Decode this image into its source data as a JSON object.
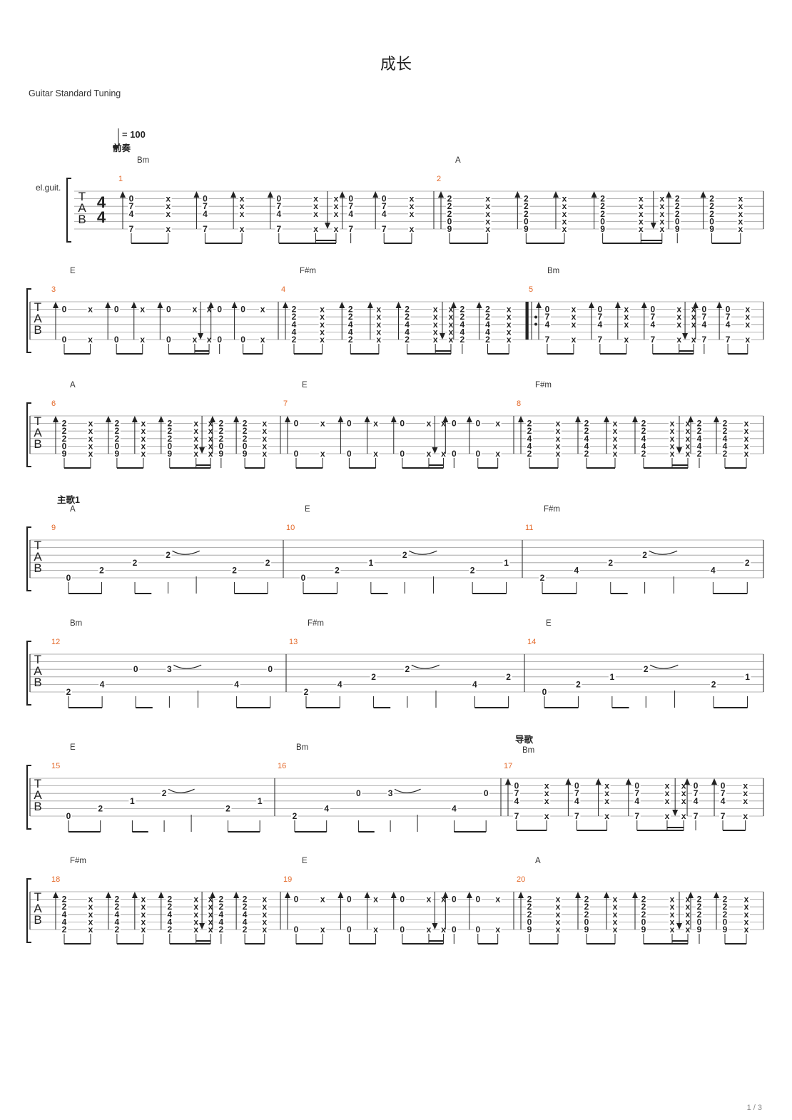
{
  "title": "成长",
  "tuning": "Guitar Standard Tuning",
  "page_number": "1 / 3",
  "tempo": "= 100",
  "instrument": "el.guit.",
  "time_signature": {
    "top": "4",
    "bottom": "4"
  },
  "tab_clef": [
    "T",
    "A",
    "B"
  ],
  "sections": [
    {
      "label": "前奏",
      "measure": 1
    },
    {
      "label": "主歌1",
      "measure": 9
    },
    {
      "label": "导歌",
      "measure": 17
    }
  ],
  "patterns": {
    "Bm": {
      "shapes": [
        {
          "tab": [
            [
              "0",
              1
            ],
            [
              "7",
              2
            ],
            [
              "4",
              3
            ],
            [
              "7",
              5
            ]
          ],
          "arrow": "up"
        },
        {
          "tab": [
            [
              "x",
              1
            ],
            [
              "x",
              2
            ],
            [
              "x",
              3
            ],
            [
              "x",
              5
            ]
          ],
          "arrow": "none"
        }
      ]
    },
    "A": {
      "shapes": [
        {
          "tab": [
            [
              "2",
              1
            ],
            [
              "2",
              2
            ],
            [
              "2",
              3
            ],
            [
              "0",
              4
            ],
            [
              "9",
              5
            ]
          ],
          "arrow": "up"
        },
        {
          "tab": [
            [
              "x",
              1
            ],
            [
              "x",
              2
            ],
            [
              "x",
              3
            ],
            [
              "x",
              4
            ],
            [
              "x",
              5
            ]
          ],
          "arrow": "none"
        }
      ]
    },
    "E": {
      "shapes": [
        {
          "tab": [
            [
              "0",
              1
            ],
            [
              "0",
              5
            ]
          ],
          "arrow": "up"
        },
        {
          "tab": [
            [
              "x",
              1
            ],
            [
              "x",
              5
            ]
          ],
          "arrow": "none"
        }
      ]
    },
    "F#m": {
      "shapes": [
        {
          "tab": [
            [
              "2",
              1
            ],
            [
              "2",
              2
            ],
            [
              "4",
              3
            ],
            [
              "4",
              4
            ],
            [
              "2",
              5
            ]
          ],
          "arrow": "up"
        },
        {
          "tab": [
            [
              "x",
              1
            ],
            [
              "x",
              2
            ],
            [
              "x",
              3
            ],
            [
              "x",
              4
            ],
            [
              "x",
              5
            ]
          ],
          "arrow": "none"
        }
      ]
    }
  },
  "systems": [
    {
      "measures": [
        {
          "number": "1",
          "chord": "Bm",
          "type": "strum",
          "pattern": "Bm"
        },
        {
          "number": "2",
          "chord": "A",
          "type": "strum",
          "pattern": "A"
        }
      ]
    },
    {
      "measures": [
        {
          "number": "3",
          "chord": "E",
          "type": "strum",
          "pattern": "E"
        },
        {
          "number": "4",
          "chord": "F#m",
          "type": "strum",
          "pattern": "F#m"
        },
        {
          "number": "5",
          "chord": "Bm",
          "type": "strum",
          "pattern": "Bm",
          "repeat_start": true
        }
      ]
    },
    {
      "measures": [
        {
          "number": "6",
          "chord": "A",
          "type": "strum",
          "pattern": "A"
        },
        {
          "number": "7",
          "chord": "E",
          "type": "strum",
          "pattern": "E"
        },
        {
          "number": "8",
          "chord": "F#m",
          "type": "strum",
          "pattern": "F#m"
        }
      ]
    },
    {
      "measures": [
        {
          "number": "9",
          "chord": "A",
          "type": "arp",
          "notes": [
            [
              "0",
              5
            ],
            [
              "2",
              4
            ],
            [
              "2",
              3
            ],
            [
              "2",
              2
            ],
            [
              "2",
              4
            ],
            [
              "2",
              3
            ]
          ]
        },
        {
          "number": "10",
          "chord": "E",
          "type": "arp",
          "notes": [
            [
              "0",
              5
            ],
            [
              "2",
              4
            ],
            [
              "1",
              3
            ],
            [
              "2",
              2
            ],
            [
              "2",
              4
            ],
            [
              "1",
              3
            ]
          ]
        },
        {
          "number": "11",
          "chord": "F#m",
          "type": "arp",
          "notes": [
            [
              "2",
              5
            ],
            [
              "4",
              4
            ],
            [
              "2",
              3
            ],
            [
              "2",
              2
            ],
            [
              "4",
              4
            ],
            [
              "2",
              3
            ]
          ]
        }
      ]
    },
    {
      "measures": [
        {
          "number": "12",
          "chord": "Bm",
          "type": "arp",
          "notes": [
            [
              "2",
              5
            ],
            [
              "4",
              4
            ],
            [
              "0",
              2
            ],
            [
              "3",
              2
            ],
            [
              "4",
              4
            ],
            [
              "0",
              2
            ]
          ]
        },
        {
          "number": "13",
          "chord": "F#m",
          "type": "arp",
          "notes": [
            [
              "2",
              5
            ],
            [
              "4",
              4
            ],
            [
              "2",
              3
            ],
            [
              "2",
              2
            ],
            [
              "4",
              4
            ],
            [
              "2",
              3
            ]
          ]
        },
        {
          "number": "14",
          "chord": "E",
          "type": "arp",
          "notes": [
            [
              "0",
              5
            ],
            [
              "2",
              4
            ],
            [
              "1",
              3
            ],
            [
              "2",
              2
            ],
            [
              "2",
              4
            ],
            [
              "1",
              3
            ]
          ]
        }
      ]
    },
    {
      "measures": [
        {
          "number": "15",
          "chord": "E",
          "type": "arp",
          "notes": [
            [
              "0",
              5
            ],
            [
              "2",
              4
            ],
            [
              "1",
              3
            ],
            [
              "2",
              2
            ],
            [
              "2",
              4
            ],
            [
              "1",
              3
            ]
          ]
        },
        {
          "number": "16",
          "chord": "Bm",
          "type": "arp",
          "notes": [
            [
              "2",
              5
            ],
            [
              "4",
              4
            ],
            [
              "0",
              2
            ],
            [
              "3",
              2
            ],
            [
              "4",
              4
            ],
            [
              "0",
              2
            ]
          ]
        },
        {
          "number": "17",
          "chord": "Bm",
          "type": "strum",
          "pattern": "Bm"
        }
      ]
    },
    {
      "measures": [
        {
          "number": "18",
          "chord": "F#m",
          "type": "strum",
          "pattern": "F#m"
        },
        {
          "number": "19",
          "chord": "E",
          "type": "strum",
          "pattern": "E"
        },
        {
          "number": "20",
          "chord": "A",
          "type": "strum",
          "pattern": "A"
        }
      ]
    }
  ]
}
